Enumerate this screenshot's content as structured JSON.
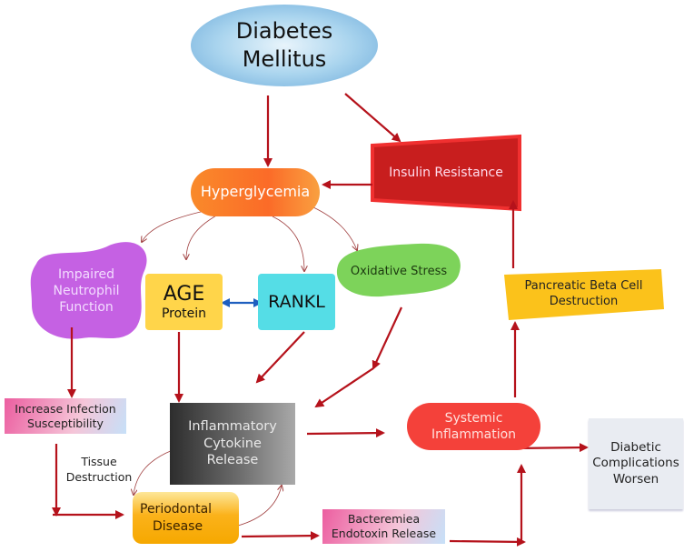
{
  "nodes": {
    "diabetes": [
      "Diabetes",
      "Mellitus"
    ],
    "insulin": "Insulin Resistance",
    "hyperglycemia": "Hyperglycemia",
    "neutrophil": [
      "Impaired",
      "Neutrophil",
      "Function"
    ],
    "age": [
      "AGE",
      "Protein"
    ],
    "rankl": "RANKL",
    "oxidative": "Oxidative Stress",
    "pancreatic": [
      "Pancreatic Beta Cell",
      "Destruction"
    ],
    "infection": [
      "Increase Infection",
      "Susceptibility"
    ],
    "cytokine": [
      "Inflammatory",
      "Cytokine",
      "Release"
    ],
    "systemic": [
      "Systemic",
      "Inflammation"
    ],
    "complications": [
      "Diabetic",
      "Complications",
      "Worsen"
    ],
    "periodontal": [
      "Periodontal",
      "Disease"
    ],
    "bacteremia": [
      "Bacteremiea",
      "Endotoxin Release"
    ],
    "tissue_label": [
      "Tissue",
      "Destruction"
    ]
  },
  "colors": {
    "arrow": "#b5121b",
    "double_arrow": "#1f5fbf"
  }
}
